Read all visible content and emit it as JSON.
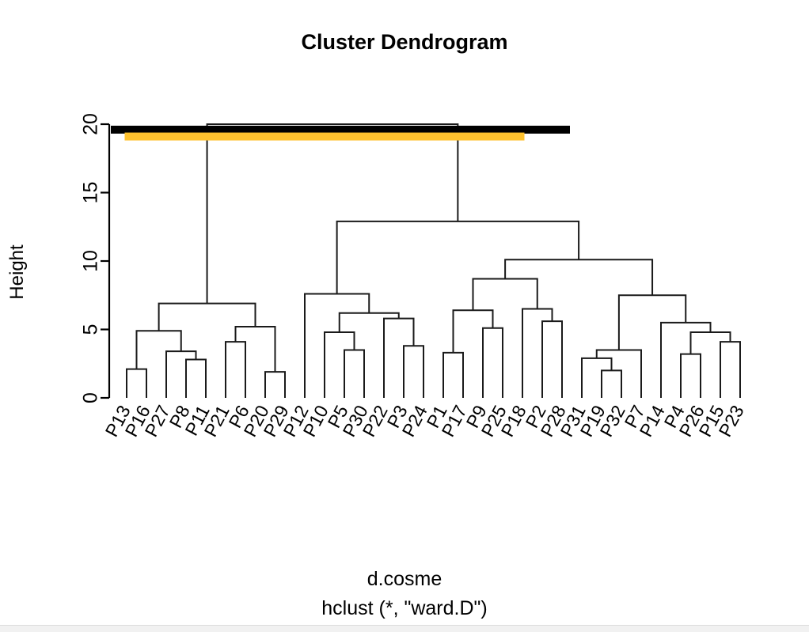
{
  "chart_data": {
    "type": "dendrogram",
    "title": "Cluster Dendrogram",
    "ylabel": "Height",
    "xlabel": "",
    "caption_main": "d.cosme",
    "caption_sub": "hclust (*, \"ward.D\")",
    "ylim": [
      0,
      21
    ],
    "yticks": [
      0,
      5,
      10,
      15,
      20
    ],
    "ytick_labels": [
      "0",
      "5",
      "10",
      "15",
      "20"
    ],
    "grid": false,
    "legend": "none",
    "linkage": "ward.D",
    "distance": "d.cosme",
    "n_leaves": 32,
    "leaf_order": [
      "P13",
      "P16",
      "P27",
      "P8",
      "P11",
      "P21",
      "P6",
      "P20",
      "P29",
      "P12",
      "P10",
      "P5",
      "P30",
      "P22",
      "P3",
      "P24",
      "P1",
      "P17",
      "P9",
      "P25",
      "P18",
      "P2",
      "P28",
      "P31",
      "P19",
      "P32",
      "P7",
      "P14",
      "P4",
      "P26",
      "P15",
      "P23"
    ],
    "merges": [
      {
        "id": "m1",
        "left": "P13",
        "right": "P16",
        "height": 2.1
      },
      {
        "id": "m2",
        "left": "m1",
        "right": "m3",
        "height": 4.9
      },
      {
        "id": "m3",
        "left": "P27",
        "right": "m4",
        "height": 3.4
      },
      {
        "id": "m4",
        "left": "P8",
        "right": "P11",
        "height": 2.8
      },
      {
        "id": "m5",
        "left": "m2",
        "right": "m6",
        "height": 6.9
      },
      {
        "id": "m6",
        "left": "m7",
        "right": "m8",
        "height": 5.2
      },
      {
        "id": "m7",
        "left": "P21",
        "right": "P6",
        "height": 4.1
      },
      {
        "id": "m8",
        "left": "P20",
        "right": "P29",
        "height": 1.9
      },
      {
        "id": "m9",
        "left": "P12",
        "right": "m10",
        "height": 7.6
      },
      {
        "id": "m10",
        "left": "m11",
        "right": "m14",
        "height": 6.2
      },
      {
        "id": "m11",
        "left": "P10",
        "right": "m12",
        "height": 4.8
      },
      {
        "id": "m12",
        "left": "P5",
        "right": "P30",
        "height": 3.5
      },
      {
        "id": "m14",
        "left": "P22",
        "right": "m15",
        "height": 5.8
      },
      {
        "id": "m15",
        "left": "P3",
        "right": "P24",
        "height": 3.8
      },
      {
        "id": "m16",
        "left": "m17",
        "right": "m18",
        "height": 6.4
      },
      {
        "id": "m17",
        "left": "P1",
        "right": "P17",
        "height": 3.3
      },
      {
        "id": "m18",
        "left": "P9",
        "right": "P25",
        "height": 5.1
      },
      {
        "id": "m19",
        "left": "P18",
        "right": "m20",
        "height": 6.5
      },
      {
        "id": "m20",
        "left": "P2",
        "right": "P28",
        "height": 5.6
      },
      {
        "id": "m21",
        "left": "m16",
        "right": "m19",
        "height": 8.7
      },
      {
        "id": "m22",
        "left": "m23",
        "right": "P7",
        "height": 3.5
      },
      {
        "id": "m23",
        "left": "P31",
        "right": "m24",
        "height": 2.9
      },
      {
        "id": "m24",
        "left": "P19",
        "right": "P32",
        "height": 2.0
      },
      {
        "id": "m25",
        "left": "m22",
        "right": "m26",
        "height": 7.5
      },
      {
        "id": "m26",
        "left": "P14",
        "right": "m27",
        "height": 5.5
      },
      {
        "id": "m27",
        "left": "m28",
        "right": "m29",
        "height": 4.8
      },
      {
        "id": "m28",
        "left": "P4",
        "right": "P26",
        "height": 3.2
      },
      {
        "id": "m29",
        "left": "P15",
        "right": "P23",
        "height": 4.1
      },
      {
        "id": "m30",
        "left": "m21",
        "right": "m25",
        "height": 10.1
      },
      {
        "id": "m31",
        "left": "m9",
        "right": "m30",
        "height": 12.9
      },
      {
        "id": "m32",
        "left": "m5",
        "right": "m31",
        "height": 20.0
      }
    ],
    "overlay_bars": [
      {
        "name": "black-cut-bar",
        "color": "#000000",
        "y_value": 19.6,
        "x_from_leaf": 0,
        "x_to_leaf": 23.2
      },
      {
        "name": "orange-cut-bar",
        "color": "#FFC22E",
        "y_value": 19.1,
        "x_from_leaf": 0.7,
        "x_to_leaf": 20.9
      }
    ]
  },
  "colors": {
    "black": "#000000",
    "orange": "#FFC22E",
    "line": "#1a1a1a",
    "background": "#ffffff"
  }
}
